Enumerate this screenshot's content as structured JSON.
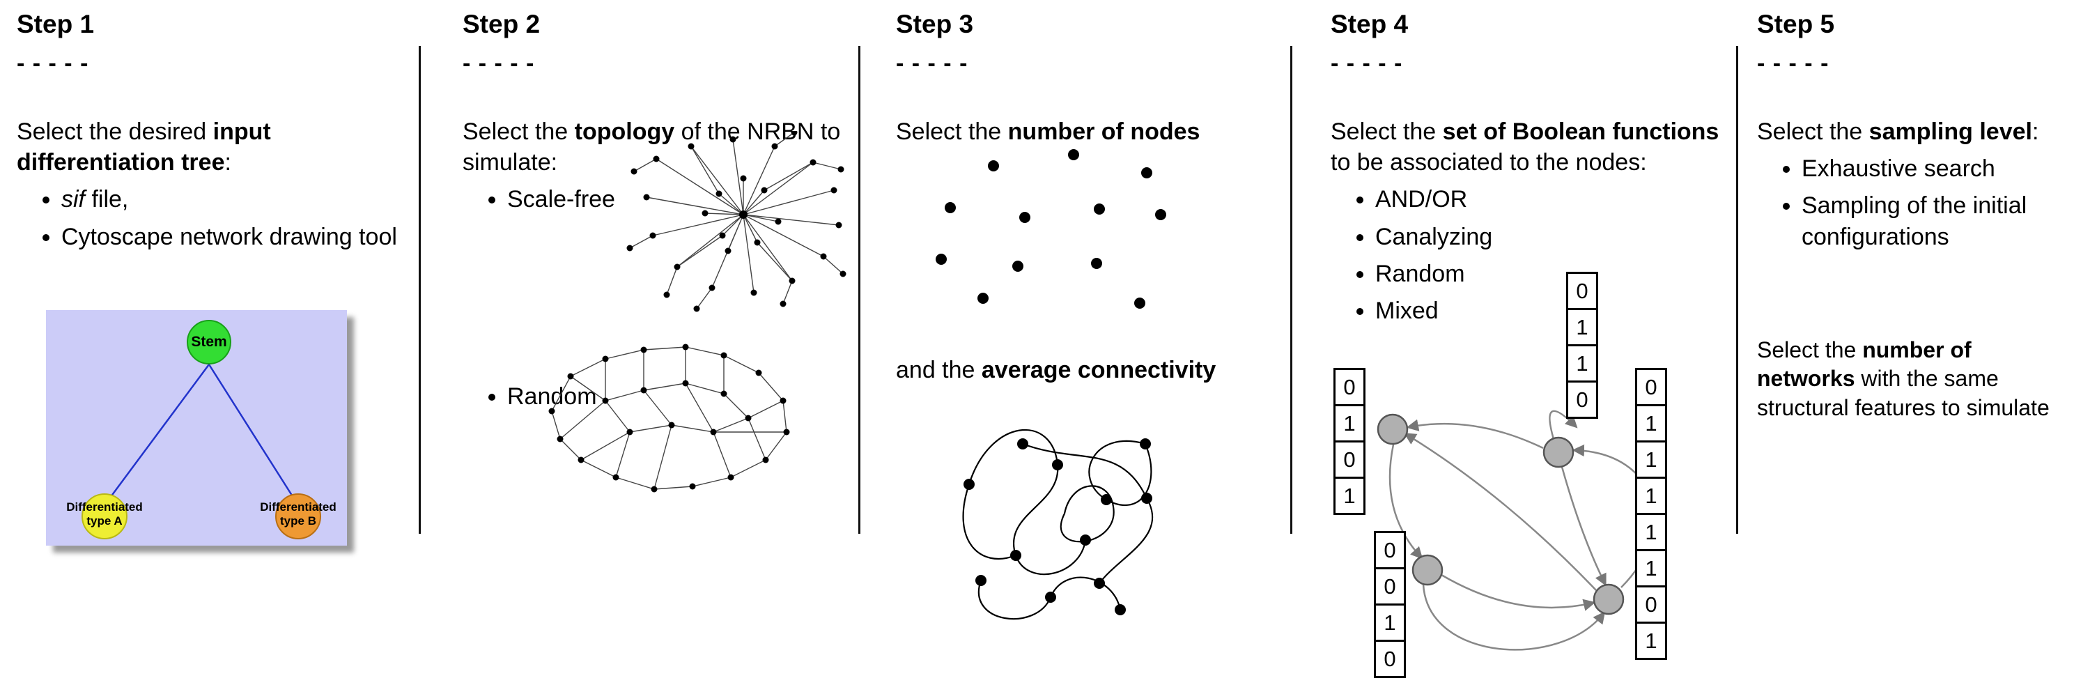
{
  "steps": [
    {
      "heading": "Step 1",
      "dashes": "- - - - -",
      "intro": {
        "pre": "Select the desired ",
        "bold": "input differentiation tree",
        "post": ":"
      },
      "bullets": [
        {
          "italic": "sif",
          "text": " file,"
        },
        {
          "text": "Cytoscape network drawing tool"
        }
      ],
      "tree": {
        "stem": "Stem",
        "type_a": "Differentiated\ntype A",
        "type_b": "Differentiated\ntype B"
      }
    },
    {
      "heading": "Step 2",
      "dashes": "- - - - -",
      "intro": {
        "pre": "Select the ",
        "bold": "topology",
        "post": " of the NRBN to simulate:"
      },
      "bullets": [
        {
          "text": "Scale-free"
        },
        {
          "text": "Random"
        }
      ]
    },
    {
      "heading": "Step 3",
      "dashes": "- - - - -",
      "line1": {
        "pre": "Select the ",
        "bold": "number of nodes",
        "post": ""
      },
      "line2": {
        "pre": "and the ",
        "bold": "average connectivity",
        "post": ""
      }
    },
    {
      "heading": "Step 4",
      "dashes": "- - - - -",
      "intro": {
        "pre": "Select the ",
        "bold": "set of Boolean functions",
        "post": " to be associated to the nodes:"
      },
      "bullets": [
        {
          "text": "AND/OR"
        },
        {
          "text": "Canalyzing"
        },
        {
          "text": "Random"
        },
        {
          "text": "Mixed"
        }
      ],
      "truth_tables": {
        "left": [
          "0",
          "1",
          "0",
          "1"
        ],
        "top": [
          "0",
          "1",
          "1",
          "0"
        ],
        "bottom_left": [
          "0",
          "0",
          "1",
          "0"
        ],
        "right": [
          "0",
          "1",
          "1",
          "1",
          "1",
          "1",
          "0",
          "1"
        ]
      }
    },
    {
      "heading": "Step 5",
      "dashes": "- - - - -",
      "para1": {
        "pre": "Select the ",
        "bold": "sampling level",
        "post": ":"
      },
      "bullets": [
        {
          "text": "Exhaustive search"
        },
        {
          "text": "Sampling of the initial configurations"
        }
      ],
      "para2": {
        "pre": "Select the ",
        "bold": "number of networks",
        "post": " with the same structural features to simulate"
      }
    }
  ],
  "colors": {
    "stem_node": "#33dd33",
    "type_a_node": "#eeee33",
    "type_b_node": "#ee9933",
    "tree_background": "#ccccf8",
    "tree_edge": "#2233cc"
  }
}
